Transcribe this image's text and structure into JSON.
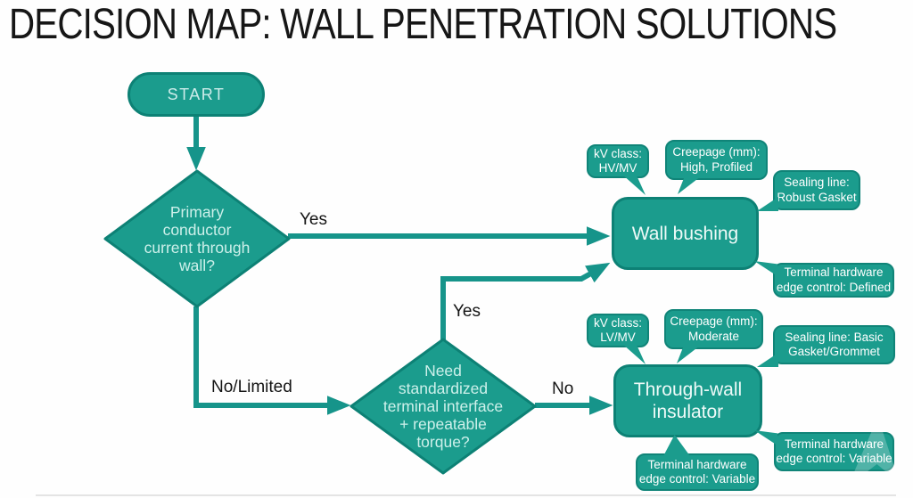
{
  "title": "DECISION MAP: WALL PENETRATION SOLUTIONS",
  "flow": {
    "start": "START",
    "decision_primary": "Primary\nconductor\ncurrent through\nwall?",
    "decision_terminal": "Need\nstandardized\nterminal interface\n+ repeatable\ntorque?",
    "outcome_wall_bushing": "Wall bushing",
    "outcome_through_wall": "Through-wall\ninsulator"
  },
  "edge_labels": {
    "yes_primary": "Yes",
    "yes_terminal": "Yes",
    "no_limited": "No/Limited",
    "no_terminal": "No"
  },
  "callouts": {
    "wb_kv": "kV class:\nHV/MV",
    "wb_creepage": "Creepage (mm):\nHigh, Profiled",
    "wb_sealing": "Sealing line:\nRobust Gasket",
    "wb_terminal": "Terminal hardware\nedge control: Defined",
    "tw_kv": "kV class:\nLV/MV",
    "tw_creepage": "Creepage (mm):\nModerate",
    "tw_sealing": "Sealing line: Basic\nGasket/Grommet",
    "tw_terminal_right": "Terminal hardware\nedge control: Variable",
    "tw_terminal_bottom": "Terminal hardware\nedge control: Variable"
  },
  "colors": {
    "node_fill": "#1b9c8d",
    "node_border": "#0d8175",
    "arrow": "#16948a",
    "title_text": "#161616",
    "node_text": "#cdf0ea",
    "bubble_text": "#ffffff",
    "background": "#fefefe"
  }
}
